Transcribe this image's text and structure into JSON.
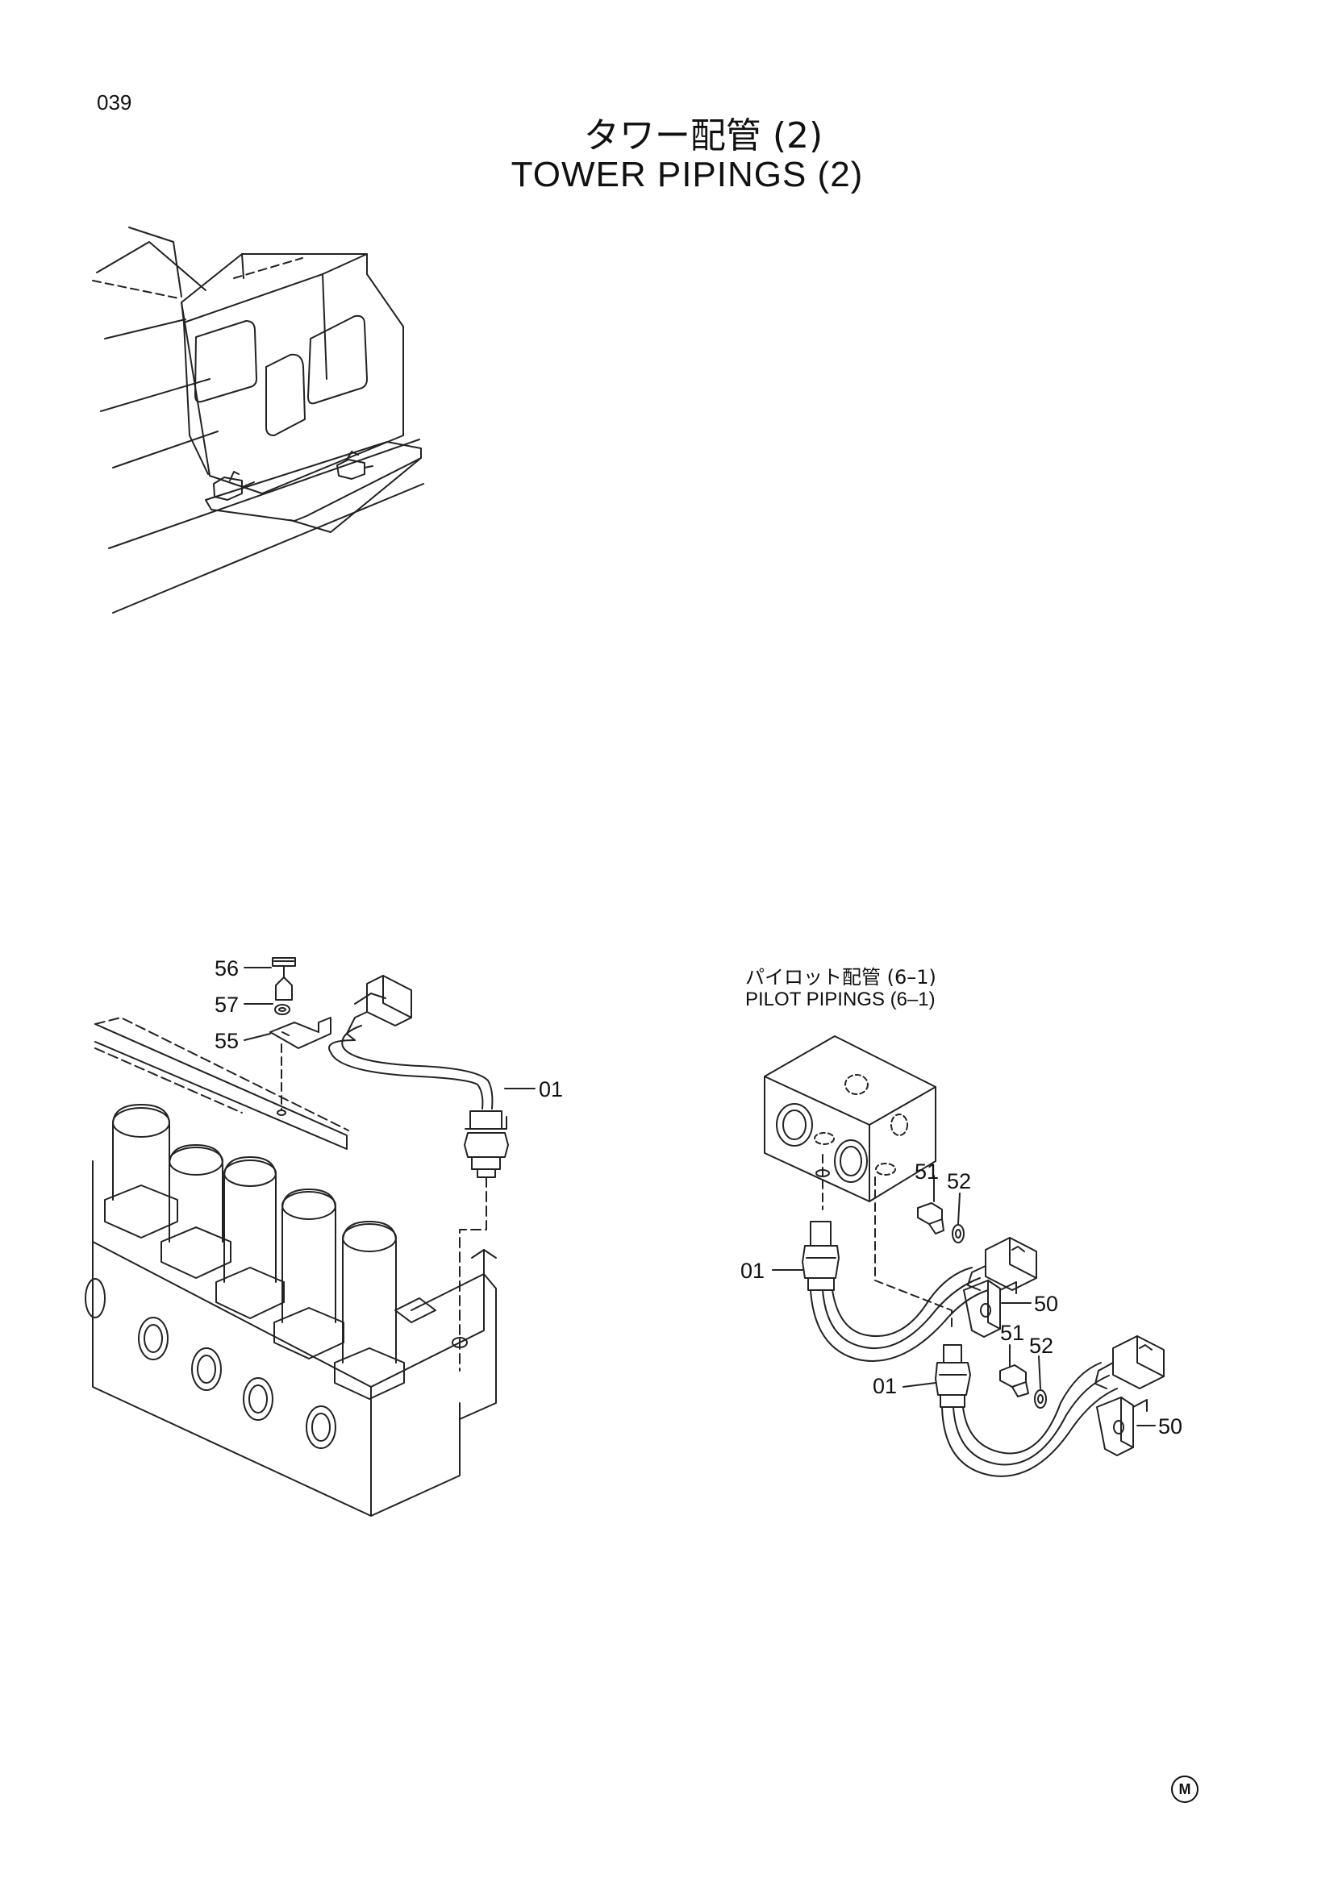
{
  "page_number": "039",
  "title_jp": "タワー配管 (2)",
  "title_en": "TOWER PIPINGS (2)",
  "reference_jp": "パイロット配管 (6–1)",
  "reference_en": "PILOT PIPINGS (6–1)",
  "left_callouts": {
    "c56": "56",
    "c57": "57",
    "c55": "55",
    "c01": "01"
  },
  "right_callouts": {
    "c51a": "51",
    "c52a": "52",
    "c01a": "01",
    "c50a": "50",
    "c51b": "51",
    "c52b": "52",
    "c01b": "01",
    "c50b": "50"
  },
  "maker_mark": "M"
}
